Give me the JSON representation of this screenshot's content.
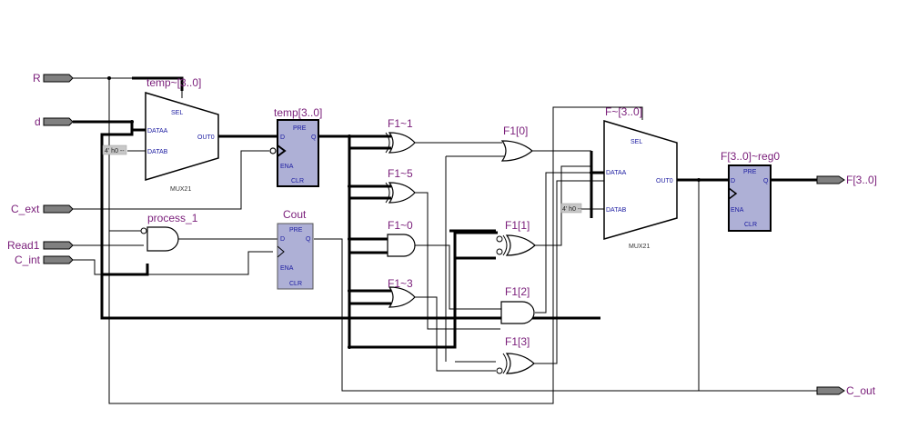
{
  "ports": {
    "inputs": [
      "R",
      "d",
      "C_ext",
      "Read1",
      "C_int"
    ],
    "outputs": [
      "F[3..0]",
      "C_out"
    ]
  },
  "instances": {
    "mux_temp": "temp~[3..0]",
    "mux_f": "F~[3..0]",
    "reg_temp": "temp[3..0]",
    "reg_f": "F[3..0]~reg0",
    "cout": "Cout",
    "process": "process_1",
    "gate_f1_1": "F1~1",
    "gate_f1_5": "F1~5",
    "gate_f1_0": "F1~0",
    "gate_f1_3": "F1~3",
    "gate_f1b0": "F1[0]",
    "gate_f1b1": "F1[1]",
    "gate_f1b2": "F1[2]",
    "gate_f1b3": "F1[3]"
  },
  "mux_pins": {
    "sel": "SEL",
    "dataa": "DATAA",
    "datab": "DATAB",
    "out": "OUT0",
    "type": "MUX21"
  },
  "reg_pins": {
    "pre": "PRE",
    "d": "D",
    "q": "Q",
    "ena": "ENA",
    "clr": "CLR"
  },
  "constants": {
    "c1": "4' h0 --",
    "c2": "4' h0 --"
  },
  "colors": {
    "label": "#7a1e7a",
    "pin": "#1a1aa0",
    "register_fill": "#aeb0d6",
    "io_fill": "#808080"
  }
}
